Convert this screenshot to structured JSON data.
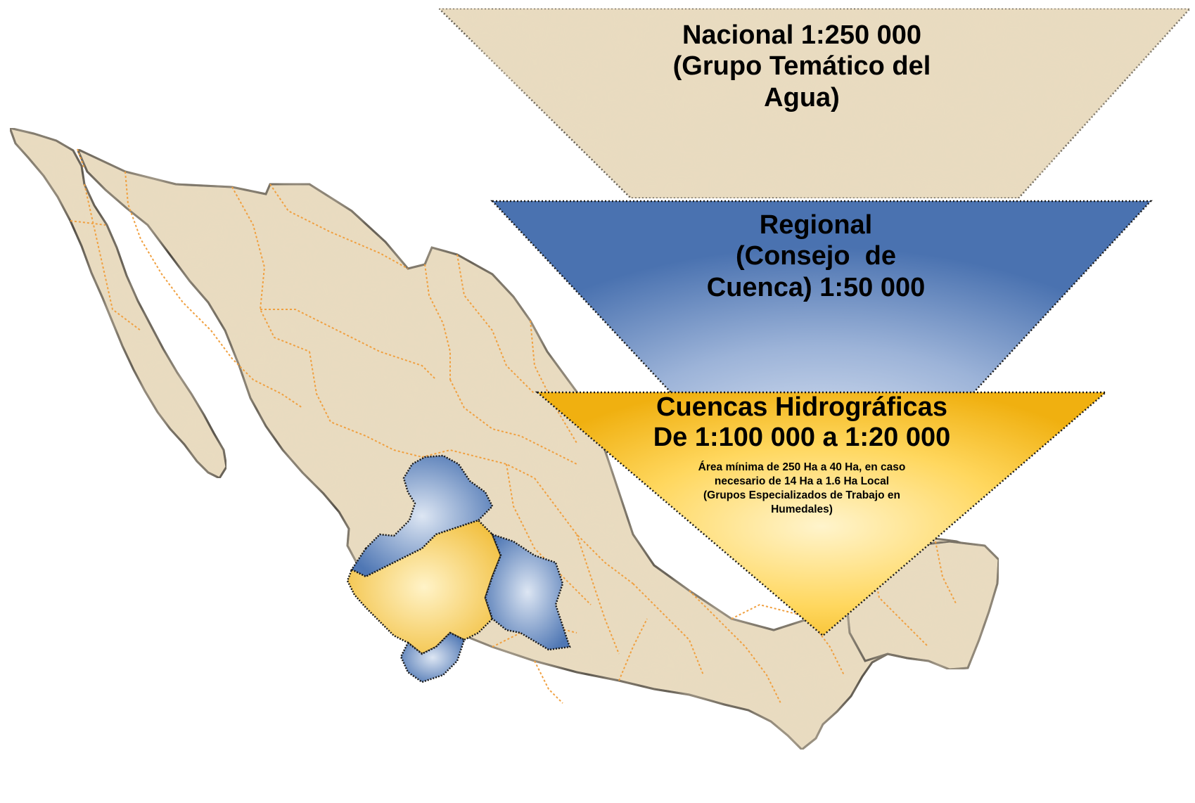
{
  "colors": {
    "parchment": "#e9dcc0",
    "parchment_dark": "#d8c39d",
    "state_border": "#f0a040",
    "blue": "#4a72b0",
    "blue_light": "#cfdaec",
    "gold": "#f2b61c",
    "gold_light": "#fff3c8",
    "outline": "#222222"
  },
  "levels": [
    {
      "id": "nacional",
      "fill": "parchment",
      "lines": [
        "Nacional 1:250 000",
        "(Grupo Temático del",
        "Agua)"
      ]
    },
    {
      "id": "regional",
      "fill": "blue",
      "lines": [
        "Regional",
        "(Consejo  de",
        "Cuenca) 1:50 000"
      ]
    },
    {
      "id": "cuencas",
      "fill": "gold",
      "title_lines": [
        "Cuencas Hidrográficas",
        "De 1:100 000 a 1:20 000"
      ],
      "detail_lines": [
        "Área mínima de 250 Ha a 40 Ha, en caso",
        "necesario de 14 Ha a 1.6 Ha Local",
        "(Grupos Especializados de Trabajo en",
        "Humedales)"
      ]
    }
  ],
  "map": {
    "region": "mexico-outline",
    "highlighted_states": [
      {
        "name": "nayarit",
        "fill": "blue"
      },
      {
        "name": "jalisco",
        "fill": "gold"
      },
      {
        "name": "michoacan",
        "fill": "blue"
      },
      {
        "name": "colima",
        "fill": "blue"
      }
    ]
  }
}
